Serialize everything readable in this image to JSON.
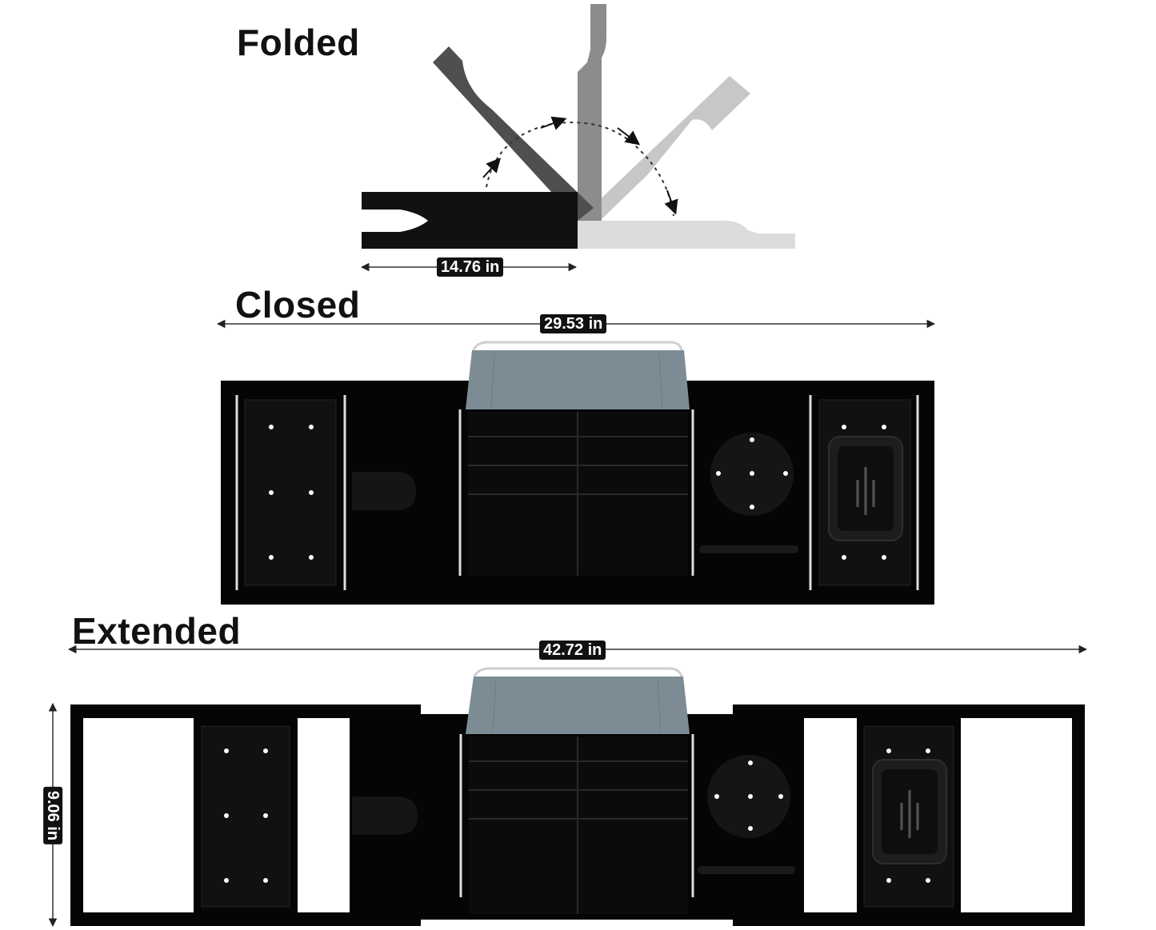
{
  "sections": {
    "folded": {
      "title": "Folded",
      "dimension": "14.76 in"
    },
    "closed": {
      "title": "Closed",
      "dimension": "29.53 in"
    },
    "extended": {
      "title": "Extended",
      "width_dimension": "42.72 in",
      "depth_dimension": "9.06 in"
    }
  },
  "colors": {
    "tray": "#050505",
    "tablet_screen": "#7d8c94",
    "fold_dark": "#4f4f4f",
    "fold_mid": "#8c8c8c",
    "fold_light": "#c7c7c7",
    "fold_lightest": "#dcdcdc"
  }
}
